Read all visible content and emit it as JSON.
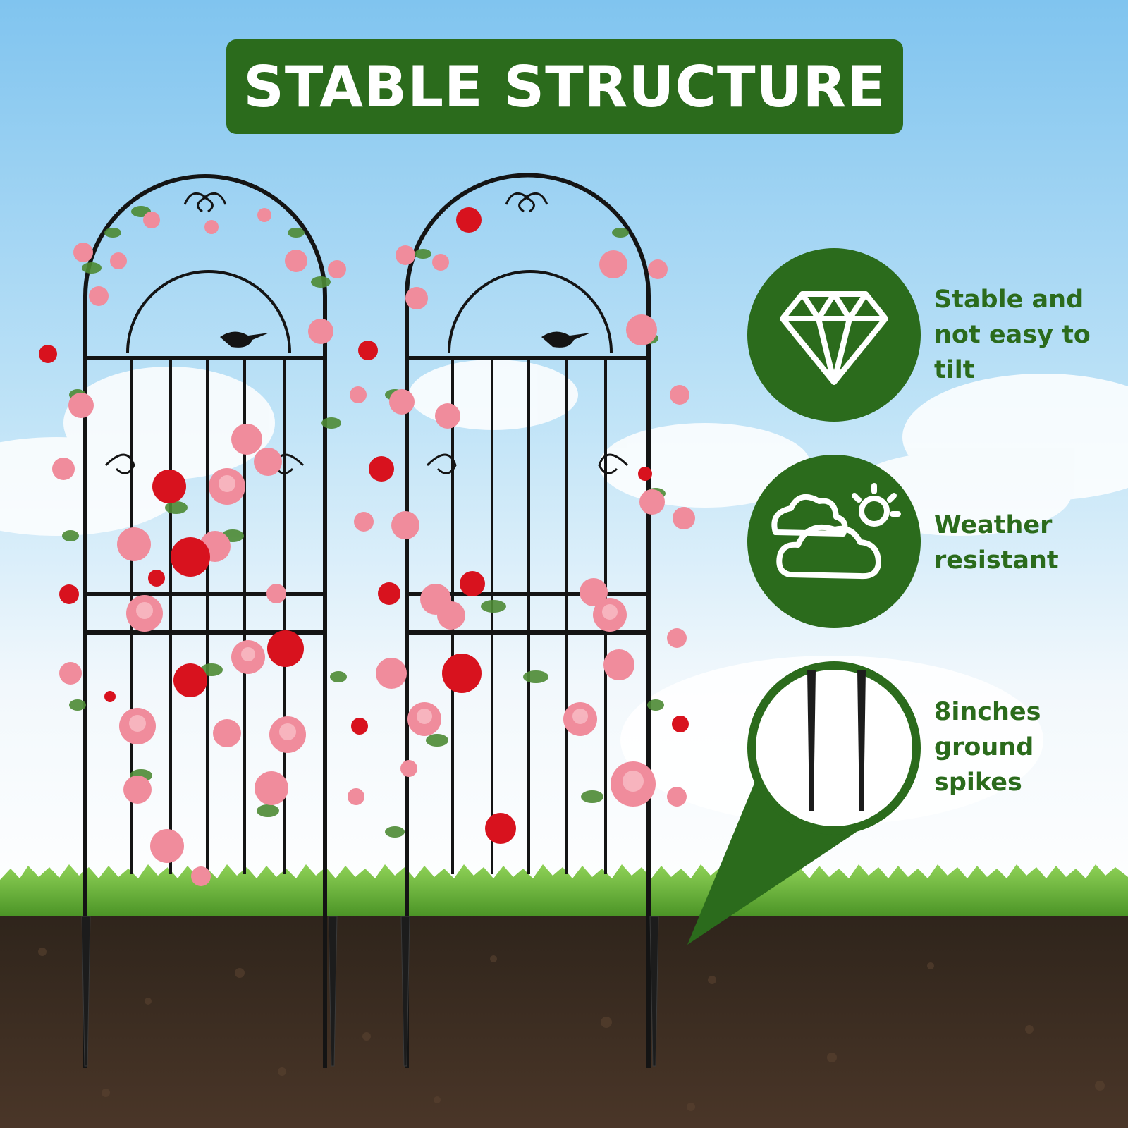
{
  "banner": {
    "title": "STABLE STRUCTURE"
  },
  "features": [
    {
      "icon": "diamond-icon",
      "text": "Stable and\nnot easy to\ntilt"
    },
    {
      "icon": "weather-icon",
      "text": "Weather\nresistant"
    },
    {
      "icon": "ground-spikes-icon",
      "text": "8inches\nground\nspikes"
    }
  ],
  "colors": {
    "brand_green": "#2b6b1c",
    "sky_top": "#7fc3ee",
    "grass": "#6cb83a",
    "soil": "#3b2b20",
    "trellis": "#141414",
    "rose_pink": "#f08c9c",
    "rose_red": "#d8121e",
    "leaf": "#4c8a34"
  }
}
